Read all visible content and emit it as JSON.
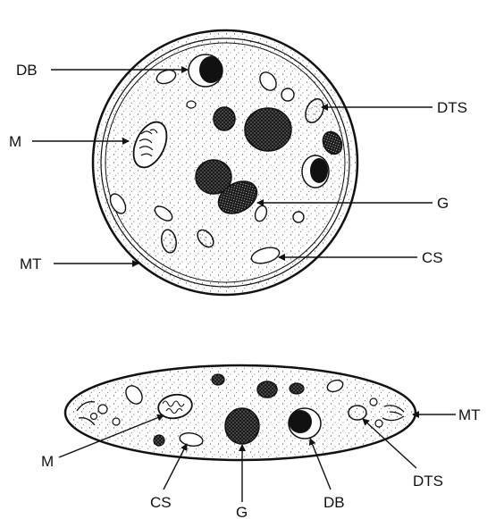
{
  "views": {
    "top": {
      "labels": {
        "db": "DB",
        "m": "M",
        "dts": "DTS",
        "g": "G",
        "mt": "MT",
        "cs": "CS"
      }
    },
    "side": {
      "labels": {
        "mt": "MT",
        "m": "M",
        "dts": "DTS",
        "cs": "CS",
        "g": "G",
        "db": "DB"
      }
    }
  },
  "colors": {
    "ink": "#111111",
    "paper": "#ffffff"
  }
}
